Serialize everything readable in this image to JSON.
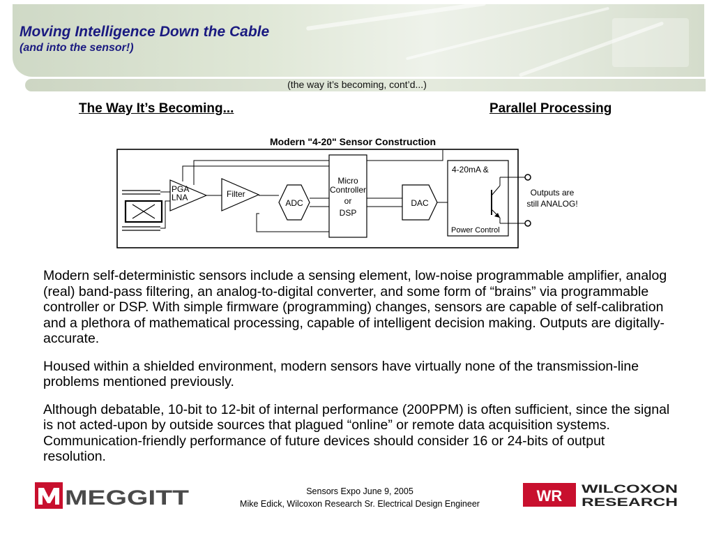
{
  "header": {
    "title": "Moving Intelligence Down the Cable",
    "subtitle": "(and into the sensor!)",
    "continuation": "(the way it’s becoming, cont’d...)"
  },
  "sections": {
    "left_heading": "The Way It’s Becoming...",
    "right_heading": "Parallel Processing"
  },
  "diagram": {
    "title": "Modern \"4-20\" Sensor Construction",
    "pga_line1": "PGA",
    "pga_line2": "LNA",
    "filter": "Filter",
    "adc": "ADC",
    "micro_line1": "Micro",
    "micro_line2": "Controller",
    "micro_line3": "or",
    "micro_line4": "DSP",
    "dac": "DAC",
    "current_loop_top": "4-20mA &",
    "current_loop_bottom": "Power Control",
    "outputs_line1": "Outputs are",
    "outputs_line2": "still ANALOG!"
  },
  "body": {
    "paragraphs": [
      "Modern self-deterministic sensors include a sensing element, low-noise programmable amplifier, analog (real) band-pass filtering, an analog-to-digital converter, and some form of “brains” via programmable controller or DSP.  With simple firmware (programming) changes, sensors are capable of self-calibration and a plethora of mathematical processing, capable of intelligent decision making.  Outputs are digitally-accurate.",
      "Housed within a shielded environment, modern sensors have virtually none of the transmission-line problems mentioned previously.",
      "Although debatable, 10-bit to 12-bit of internal performance (200PPM) is often sufficient, since the signal is not acted-upon by outside sources that plagued “online” or remote data acquisition systems.  Communication-friendly performance of future devices should consider 16 or 24-bits of output resolution."
    ]
  },
  "footer": {
    "event_line": "Sensors Expo   June 9, 2005",
    "presenter_line": "Mike Edick, Wilcoxon Research Sr. Electrical Design Engineer",
    "logo_left_text": "MEGGITT",
    "logo_right_mark": "WR",
    "logo_right_line1": "WILCOXON",
    "logo_right_line2": "RESEARCH"
  },
  "colors": {
    "title": "#1a1a80",
    "logo_red": "#c8102e",
    "logo_gray": "#4a4a4a",
    "banner": "#dfe7d6"
  }
}
